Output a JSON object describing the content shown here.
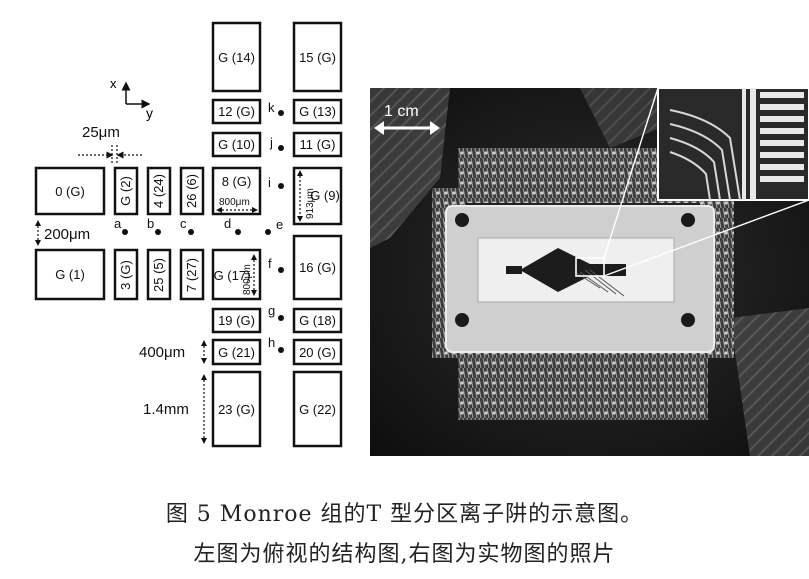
{
  "diagram": {
    "axis": {
      "x": "x",
      "y": "y"
    },
    "electrodes": [
      {
        "label": "G (14)"
      },
      {
        "label": "15 (G)"
      },
      {
        "label": "12 (G)"
      },
      {
        "label": "G (13)"
      },
      {
        "label": "G (10)"
      },
      {
        "label": "11 (G)"
      },
      {
        "label": "0 (G)"
      },
      {
        "label": "G (2)"
      },
      {
        "label": "4 (24)"
      },
      {
        "label": "26 (6)"
      },
      {
        "label": "8 (G)"
      },
      {
        "label": "G (9)"
      },
      {
        "label": "G (1)"
      },
      {
        "label": "3 (G)"
      },
      {
        "label": "25 (5)"
      },
      {
        "label": "7 (27)"
      },
      {
        "label": "G (17)"
      },
      {
        "label": "16 (G)"
      },
      {
        "label": "19 (G)"
      },
      {
        "label": "G (18)"
      },
      {
        "label": "G (21)"
      },
      {
        "label": "20 (G)"
      },
      {
        "label": "23 (G)"
      },
      {
        "label": "G (22)"
      }
    ],
    "zones": [
      "a",
      "b",
      "c",
      "d",
      "e",
      "f",
      "g",
      "h",
      "i",
      "j",
      "k"
    ],
    "dimensions": {
      "gap": "25μm",
      "vertical_gap": "200μm",
      "width_800": "800μm",
      "height_913": "913μm",
      "height_800": "800μm",
      "electrode_400": "400μm",
      "electrode_14": "1.4mm"
    }
  },
  "photo": {
    "scale": "1 cm"
  },
  "caption": {
    "line1": "图 5  Monroe 组的T 型分区离子阱的示意图。",
    "line2": "左图为俯视的结构图,右图为实物图的照片"
  }
}
